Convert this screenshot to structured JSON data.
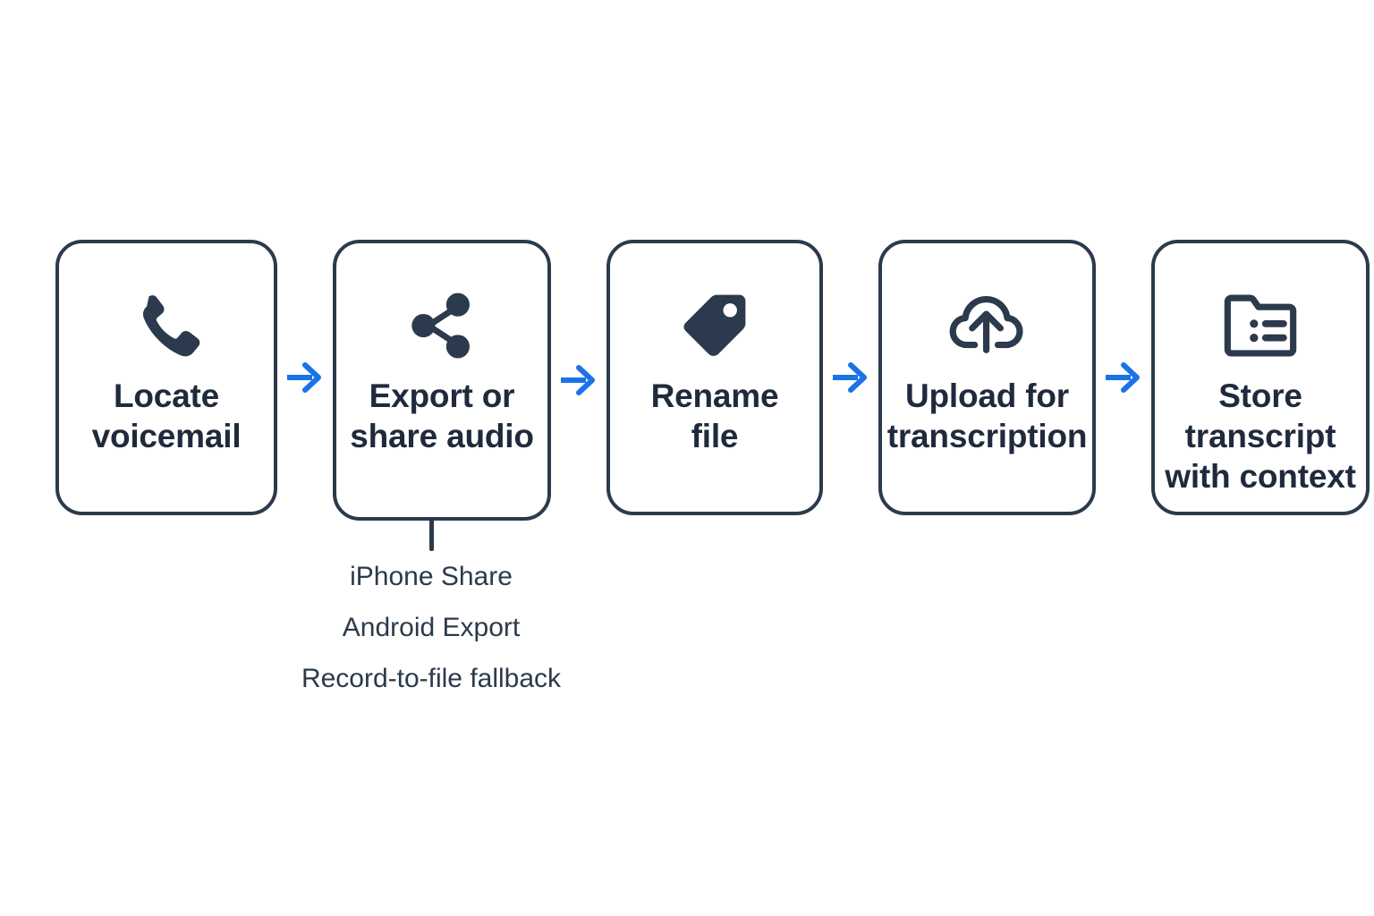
{
  "diagram": {
    "type": "horizontal-process-flow",
    "background_color": "#ffffff",
    "card_border_color": "#2b3a4c",
    "text_color": "#1f2a3c",
    "arrow_color": "#1a73e8",
    "steps": [
      {
        "index": 1,
        "icon": "phone-icon",
        "label": "Locate\nvoicemail"
      },
      {
        "index": 2,
        "icon": "share-icon",
        "label": "Export or\nshare audio"
      },
      {
        "index": 3,
        "icon": "tag-icon",
        "label": "Rename\nfile"
      },
      {
        "index": 4,
        "icon": "cloud-upload-icon",
        "label": "Upload for\ntranscription"
      },
      {
        "index": 5,
        "icon": "folder-list-icon",
        "label": "Store\ntranscript\nwith context"
      }
    ],
    "connectors": [
      {
        "from": 1,
        "to": 2,
        "icon": "arrow-right-icon"
      },
      {
        "from": 2,
        "to": 3,
        "icon": "arrow-right-icon"
      },
      {
        "from": 3,
        "to": 4,
        "icon": "arrow-right-icon"
      },
      {
        "from": 4,
        "to": 5,
        "icon": "arrow-right-icon"
      }
    ],
    "branch": {
      "attached_to_step": 2,
      "options": [
        "iPhone Share",
        "Android Export",
        "Record-to-file fallback"
      ]
    }
  }
}
